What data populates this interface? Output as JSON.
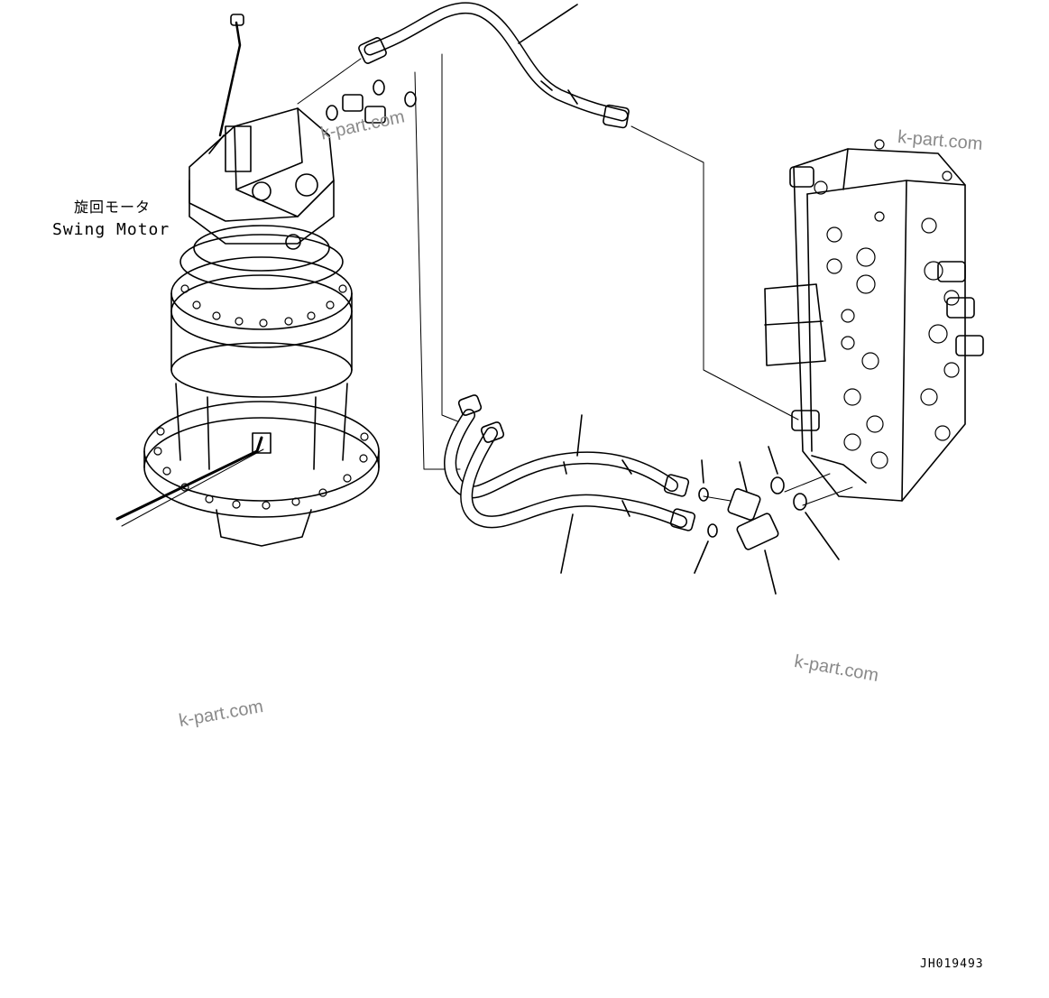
{
  "labels": {
    "component_jp": "旋回モータ",
    "component_en": "Swing Motor",
    "drawing_code": "JH019493"
  },
  "watermarks": [
    "k-part.com",
    "k-part.com",
    "k-part.com",
    "k-part.com"
  ]
}
